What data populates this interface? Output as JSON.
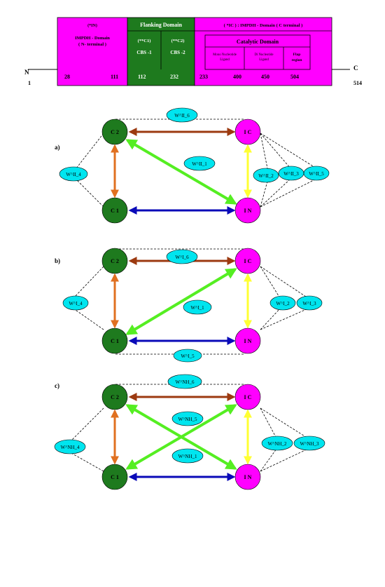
{
  "domain_bar": {
    "n_label": "N",
    "c_label": "C",
    "start_pos": "1",
    "end_pos": "514",
    "idomain_n": {
      "tag": "(*IN)",
      "title": "IMPDH - Domain",
      "subtitle": "( N- terminal )",
      "pos_a": "28",
      "pos_b": "111"
    },
    "flanking": {
      "title": "Flanking Domain",
      "c1_tag": "(**C1)",
      "c1_name": "CBS -1",
      "c2_tag": "(**C2)",
      "c2_name": "CBS -2",
      "pos_a": "112",
      "pos_b": "232"
    },
    "idomain_c": {
      "title": "( *IC ) : IMPDH - Domain ( C terminal )",
      "catalytic": "Catalytic Domain",
      "mono": "Mono Nucleotide Ligand",
      "di": "Di Nucleotide Ligand",
      "flap": "Flap region",
      "pos_a": "233",
      "pos_b": "400",
      "pos_c": "450",
      "pos_d": "504"
    }
  },
  "panels": [
    {
      "label": "a)",
      "nodes": {
        "c2": "C 2",
        "c1": "C 1",
        "ic": "I C",
        "in": "I N"
      },
      "w_top": "W^II_6",
      "w_diag": "W^II_1",
      "w_left": "W^II_4",
      "w_r1": "W^II_2",
      "w_r2": "W^II_3",
      "w_r3": "W^II_5"
    },
    {
      "label": "b)",
      "nodes": {
        "c2": "C 2",
        "c1": "C 1",
        "ic": "I C",
        "in": "I N"
      },
      "w_top": "W^I_6",
      "w_diag": "W^I_1",
      "w_left": "W^I_4",
      "w_bottom": "W^I_5",
      "w_r1": "W^I_2",
      "w_r2": "W^I_3"
    },
    {
      "label": "c)",
      "nodes": {
        "c2": "C 2",
        "c1": "C 1",
        "ic": "I C",
        "in": "I N"
      },
      "w_top": "W^NH_6",
      "w_x1": "W^NH_5",
      "w_x2": "W^NH_1",
      "w_left": "W^NH_4",
      "w_r1": "W^NH_2",
      "w_r2": "W^NH_3"
    }
  ],
  "colors": {
    "magenta": "#ff00ff",
    "green": "#1e7a1e",
    "cyan": "#00e5ef",
    "brown": "#9c3a10",
    "orange": "#e07020",
    "blue": "#0a0ab8",
    "yellow": "#ffff33",
    "lime": "#55ee22"
  }
}
